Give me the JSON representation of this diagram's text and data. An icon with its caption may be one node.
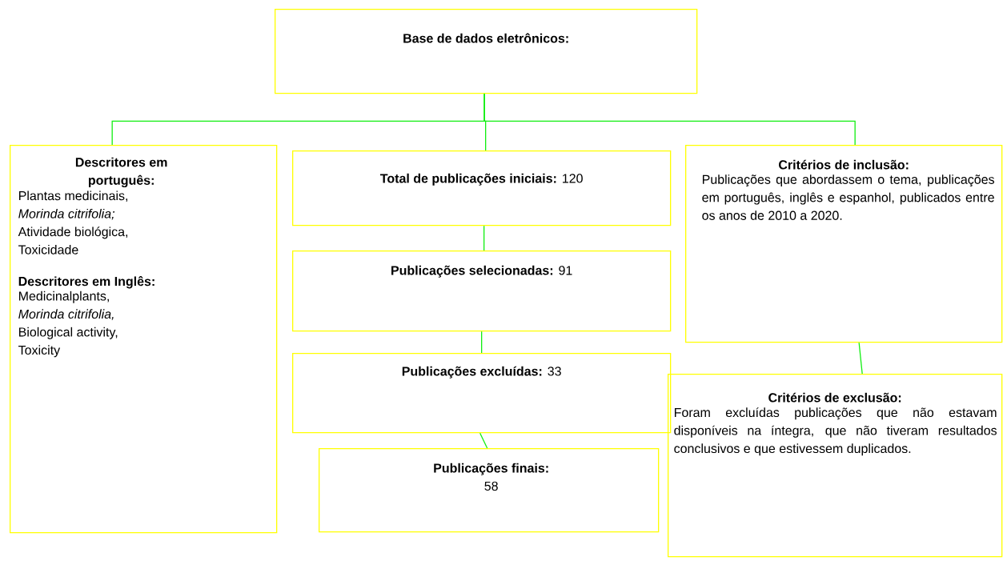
{
  "diagram": {
    "nodes": [
      {
        "text": [
          "Base de dados eletrônicos:"
        ]
      },
      {
        "text": [
          "Descritores em português:",
          "Plantas medicinais, *Morinda citrifolia;* Atividade biológica, Toxicidade",
          "Descritores em Inglês:",
          "Medicinalplants, *Morinda citrifolia,* Biological activity, Toxicity"
        ]
      },
      {
        "text": [
          "**Total de publicações iniciais:** 120"
        ]
      },
      {
        "text": [
          "**Publicações selecionadas:** 91"
        ]
      },
      {
        "text": [
          "**Publicações excluídas:** 33"
        ]
      },
      {
        "text": [
          "Publicações finais:",
          "58"
        ]
      },
      {
        "text": [
          "Critérios de inclusão:",
          "Publicações que abordassem o tema, publicações em português, inglês e espanhol, publicados entre os anos de 2010 a 2020."
        ]
      },
      {
        "text": [
          "Critérios de exclusão:",
          "Foram excluídas publicações que não estavam disponíveis na íntegra, que não tiveram resultados conclusivos e que estivessem duplicados."
        ]
      }
    ],
    "edges": [
      {
        "from": 0,
        "to": 1,
        "arrow": "none"
      },
      {
        "from": 0,
        "to": 2,
        "arrow": "none"
      },
      {
        "from": 0,
        "to": 6,
        "arrow": "none"
      },
      {
        "from": 2,
        "to": 3,
        "arrow": "none"
      },
      {
        "from": 3,
        "to": 4,
        "arrow": "none"
      },
      {
        "from": 4,
        "to": 5,
        "arrow": "none"
      },
      {
        "from": 6,
        "to": 7,
        "arrow": "none"
      }
    ]
  }
}
